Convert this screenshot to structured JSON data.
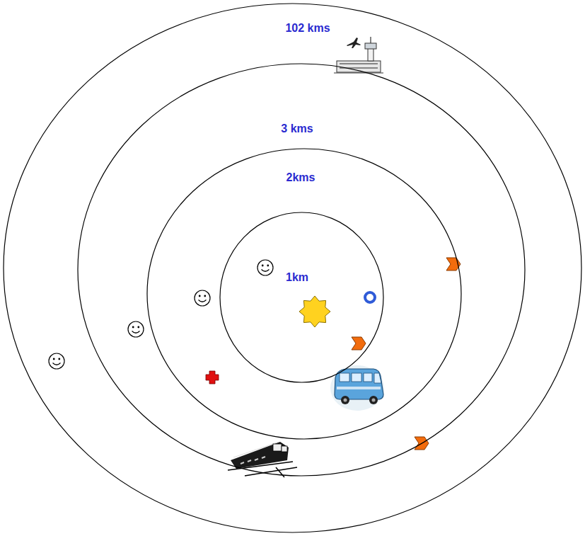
{
  "diagram": {
    "nodes": [
      {
        "text": [
          "102 kms"
        ]
      },
      {
        "text": [
          "3 kms"
        ],
        "in": 0
      },
      {
        "text": [
          "2kms"
        ],
        "in": 1
      },
      {
        "text": [
          "1km"
        ],
        "in": 2
      }
    ]
  }
}
